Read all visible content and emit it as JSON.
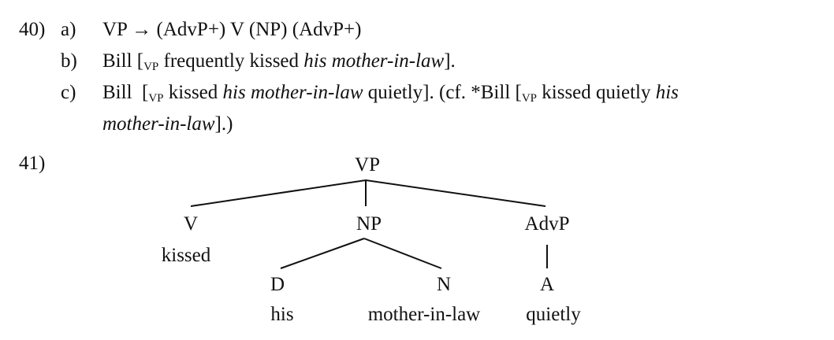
{
  "example40": {
    "number": "40)",
    "a": {
      "letter": "a)",
      "rule": "VP → (AdvP+) V (NP) (AdvP+)"
    },
    "b": {
      "letter": "b)",
      "pre": "Bill [",
      "sub": "VP",
      "mid": " frequently kissed ",
      "italic": "his mother-in-law",
      "post": "]."
    },
    "c": {
      "letter": "c)",
      "pre": "Bill  [",
      "sub": "VP",
      "mid1": " kissed ",
      "italic1": "his mother-in-law",
      "mid2": " quietly]. (cf. *Bill [",
      "sub2": "VP",
      "mid3": " kissed quietly ",
      "italic2": "his",
      "italic3": "mother-in-law",
      "post": "].)"
    }
  },
  "example41": {
    "number": "41)",
    "tree": {
      "root": "VP",
      "v": "V",
      "v_word": "kissed",
      "np": "NP",
      "advp": "AdvP",
      "d": "D",
      "d_word": "his",
      "n": "N",
      "n_word": "mother-in-law",
      "a": "A",
      "a_word": "quietly"
    }
  }
}
